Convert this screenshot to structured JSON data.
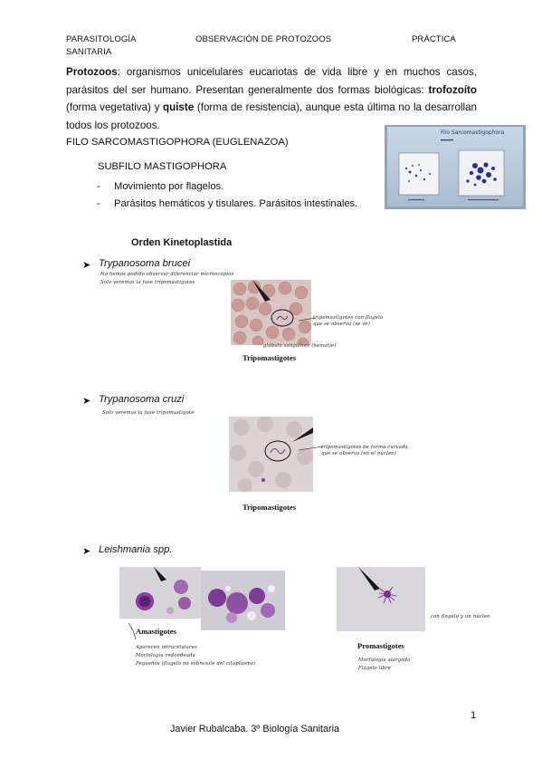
{
  "header": {
    "left_line1": "PARASITOLOGÍA",
    "left_line2": "SANITARIA",
    "center": "OBSERVACIÓN DE PROTOZOOS",
    "right": "PRÁCTICA"
  },
  "intro": {
    "term": "Protozoos",
    "part1": ": organismos unicelulares eucariotas de vida libre y en muchos casos, parásitos del ser humano. Presentan generalmente dos formas biológicas: ",
    "troph": "trofozoíto",
    "part2": " (forma vegetativa) y ",
    "cyst": "quiste",
    "part3": " (forma de resistencia), aunque esta última no la desarrollan todos los protozoos."
  },
  "filo": "FILO SARCOMASTIGOPHORA (EUGLENAZOA)",
  "subfilo": "SUBFILO MASTIGOPHORA",
  "bullets": [
    "Movimiento por flagelos.",
    "Parásitos hemáticos y tisulares. Parásitos intestinales."
  ],
  "slide": {
    "title": "Filo Sarcomastigophora"
  },
  "orden": "Orden Kinetoplastida",
  "species": {
    "brucei": {
      "name": "Trypanosoma brucei",
      "note1": "No hemos podido observar diferenciar microscopios",
      "note2": "Solo veremos la fase tripomastigotes",
      "pointer_note1": "tripomastigotes con flagelo",
      "pointer_note2": "que se observa (se ve)",
      "bottom_note": "glóbulo sanguíneo (hematíe)",
      "caption": "Tripomastigotes"
    },
    "cruzi": {
      "name": "Trypanosoma cruzi",
      "note1": "Solo veremos la fase tripomastigote",
      "pointer_note1": "tripomastigotes de forma curvada",
      "pointer_note2": "que se observa (en el núcleo)",
      "caption": "Tripomastigotes"
    },
    "leish": {
      "name": "Leishmania spp.",
      "ama_caption": "Amastigotes",
      "ama_note1": "Aparecen intracelulares",
      "ama_note2": "Morfología redondeada",
      "ama_note3": "Pequeños (flagelo no sobresale del citoplasma)",
      "pro_caption": "Promastigotes",
      "pro_note1": "Morfología alargada",
      "pro_note2": "Flagelo libre",
      "side_note": "con flagelo y un núcleo"
    }
  },
  "page_number": "1",
  "footer": "Javier Rubalcaba. 3º Biología Sanitaria"
}
